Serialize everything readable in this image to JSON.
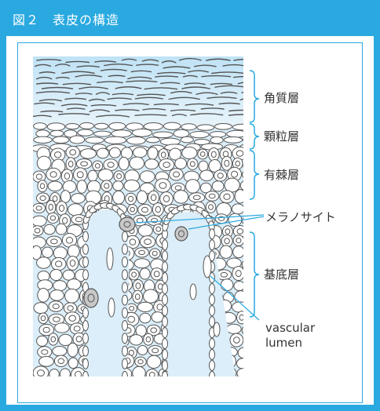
{
  "header": {
    "title": "図２　表皮の構造"
  },
  "labels": {
    "stratum_corneum": "角質層",
    "stratum_granulosum": "顆粒層",
    "stratum_spinosum": "有棘層",
    "melanocyte": "メラノサイト",
    "stratum_basale": "基底層",
    "vascular_lumen_line1": "vascular",
    "vascular_lumen_line2": "lumen"
  },
  "colors": {
    "accent": "#29a9e0",
    "tissue_bg": "#dbeef9",
    "stroke": "#555555",
    "melanocyte_fill": "#c8c8c8"
  }
}
